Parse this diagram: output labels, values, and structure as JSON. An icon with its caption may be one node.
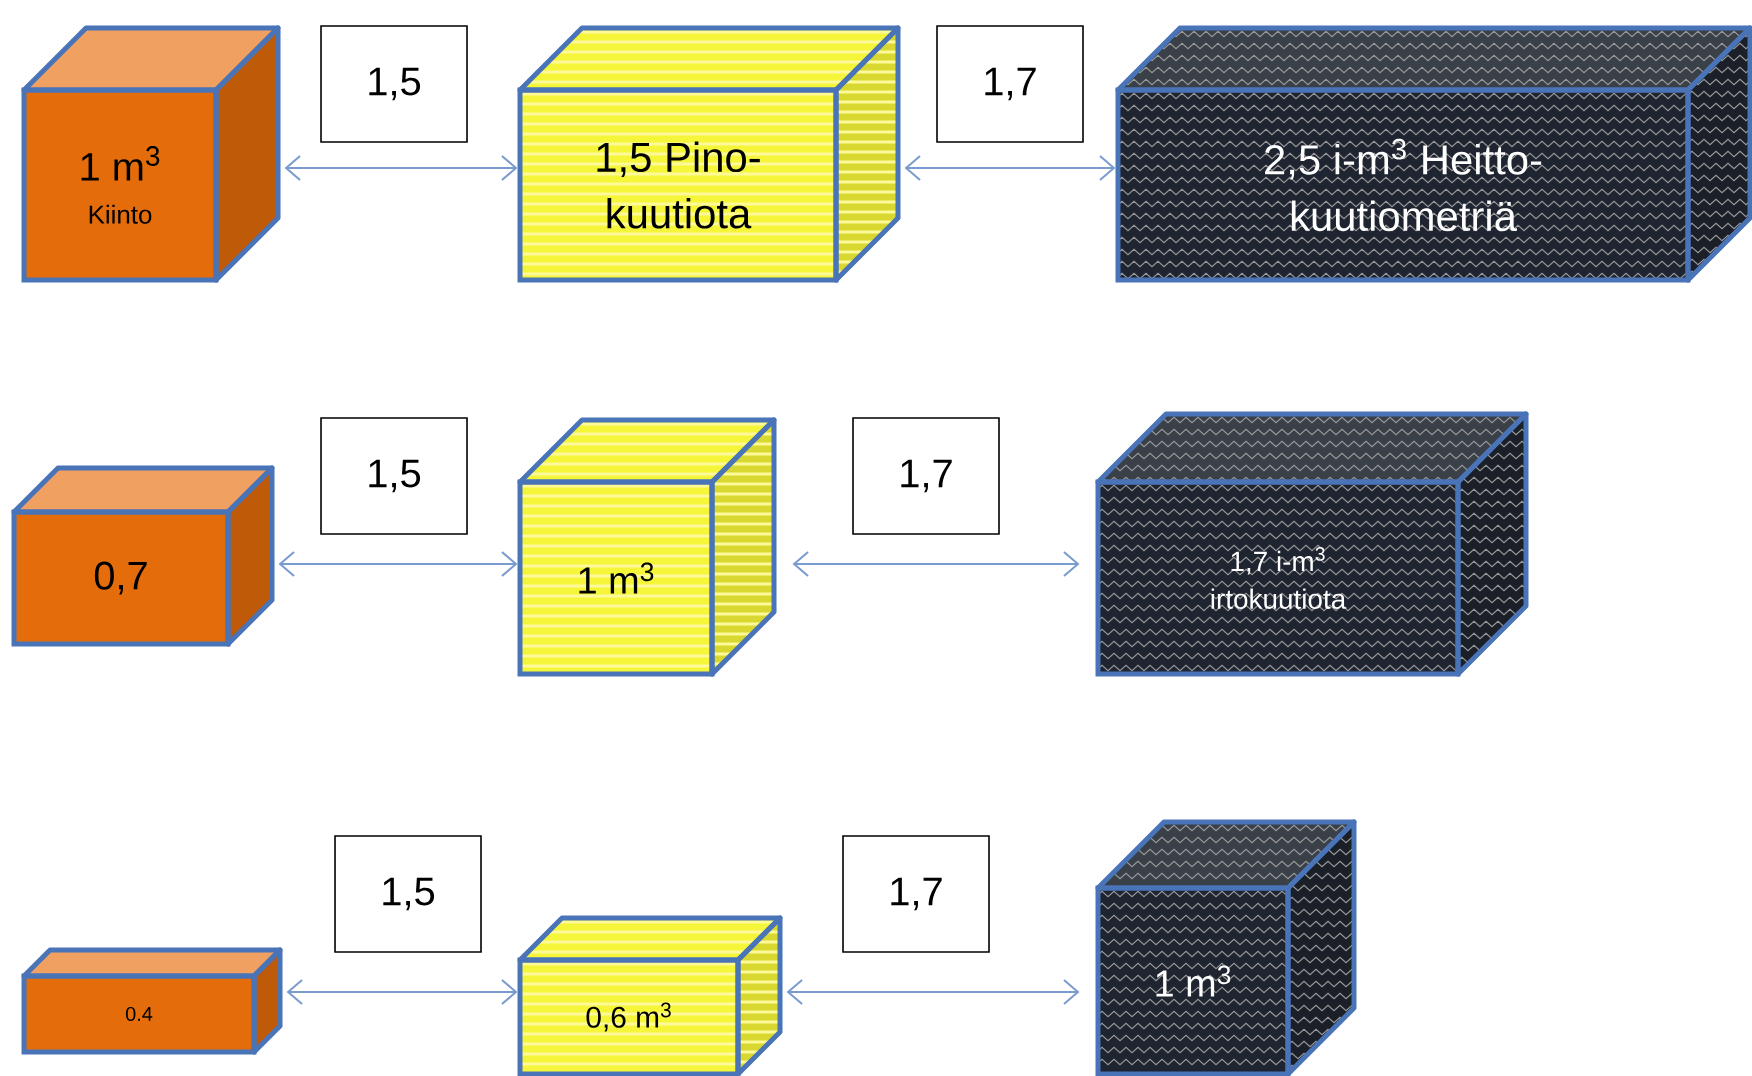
{
  "diagram": {
    "nodes": [
      {
        "text": [
          "1 m$^{3}$",
          "Kiinto"
        ]
      },
      {
        "text": [
          "1,5 Pino- kuutiota"
        ]
      },
      {
        "text": [
          "2,5 i-m$^{3}$ Heitto- kuutiometriä"
        ]
      },
      {
        "text": [
          "0,7"
        ]
      },
      {
        "text": [
          "1 m$^{3}$"
        ]
      },
      {
        "text": [
          "1,7 i-m$^{3}$ irtokuutiota"
        ]
      },
      {
        "text": [
          "0.4"
        ]
      },
      {
        "text": [
          "0,6 m$^{3}$"
        ]
      },
      {
        "text": [
          "1 m$^{3}$"
        ]
      }
    ],
    "edges": [
      {
        "from": 0,
        "to": 1,
        "arrow": "both",
        "label": "1,5"
      },
      {
        "from": 1,
        "to": 2,
        "arrow": "both",
        "label": "1,7"
      },
      {
        "from": 3,
        "to": 4,
        "arrow": "both",
        "label": "1,5"
      },
      {
        "from": 4,
        "to": 5,
        "arrow": "both",
        "label": "1,7"
      },
      {
        "from": 6,
        "to": 7,
        "arrow": "both",
        "label": "1,5"
      },
      {
        "from": 7,
        "to": 8,
        "arrow": "both",
        "label": "1,7"
      }
    ]
  }
}
